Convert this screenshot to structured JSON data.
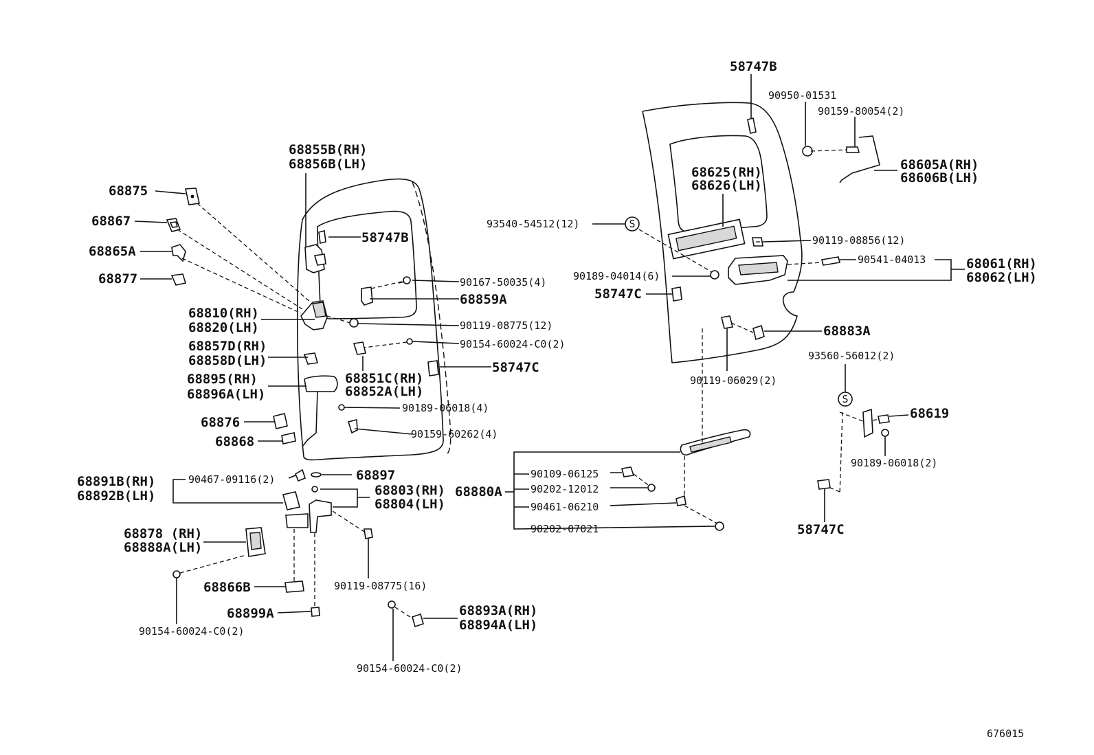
{
  "diagram": {
    "labels": {
      "l_58747B_top": "58747B",
      "l_90950_01531": "90950-01531",
      "l_90159_80054": "90159-80054(2)",
      "l_68605A": "68605A(RH)",
      "l_68606B": "68606B(LH)",
      "l_68625": "68625(RH)",
      "l_68626": "68626(LH)",
      "l_93540": "93540-54512(12)",
      "l_90119_08856": "90119-08856(12)",
      "l_90541": "90541-04013",
      "l_68061": "68061(RH)",
      "l_68062": "68062(LH)",
      "l_90189_04014": "90189-04014(6)",
      "l_58747C_mid": "58747C",
      "l_68883A": "68883A",
      "l_90119_06029": "90119-06029(2)",
      "l_93560": "93560-56012(2)",
      "l_68619": "68619",
      "l_90189_06018_r": "90189-06018(2)",
      "l_58747C_r": "58747C",
      "l_68880A": "68880A",
      "l_90109": "90109-06125",
      "l_90202_12012": "90202-12012",
      "l_90461": "90461-06210",
      "l_90202_07021": "90202-07021",
      "l_68855B": "68855B(RH)",
      "l_68856B": "68856B(LH)",
      "l_68875": "68875",
      "l_68867": "68867",
      "l_68865A": "68865A",
      "l_68877": "68877",
      "l_58747B_l": "58747B",
      "l_90167": "90167-50035(4)",
      "l_68859A": "68859A",
      "l_68810": "68810(RH)",
      "l_68820": "68820(LH)",
      "l_90119_08775_12": "90119-08775(12)",
      "l_90154_a": "90154-60024-C0(2)",
      "l_68857D": "68857D(RH)",
      "l_68858D": "68858D(LH)",
      "l_58747C_l": "58747C",
      "l_68851C": "68851C(RH)",
      "l_68852A": "68852A(LH)",
      "l_68895": "68895(RH)",
      "l_68896A": "68896A(LH)",
      "l_90189_06018_4": "90189-06018(4)",
      "l_90159_60262": "90159-60262(4)",
      "l_68876": "68876",
      "l_68868": "68868",
      "l_68891B": "68891B(RH)",
      "l_68892B": "68892B(LH)",
      "l_90467": "90467-09116(2)",
      "l_68897": "68897",
      "l_68803": "68803(RH)",
      "l_68804": "68804(LH)",
      "l_68878": "68878 (RH)",
      "l_68888A": "68888A(LH)",
      "l_68866B": "68866B",
      "l_90119_08775_16": "90119-08775(16)",
      "l_68899A": "68899A",
      "l_68893A": "68893A(RH)",
      "l_68894A": "68894A(LH)",
      "l_90154_b": "90154-60024-C0(2)",
      "l_90154_c": "90154-60024-C0(2)",
      "l_s1": "S",
      "l_s2": "S",
      "l_fig": "676015"
    }
  }
}
